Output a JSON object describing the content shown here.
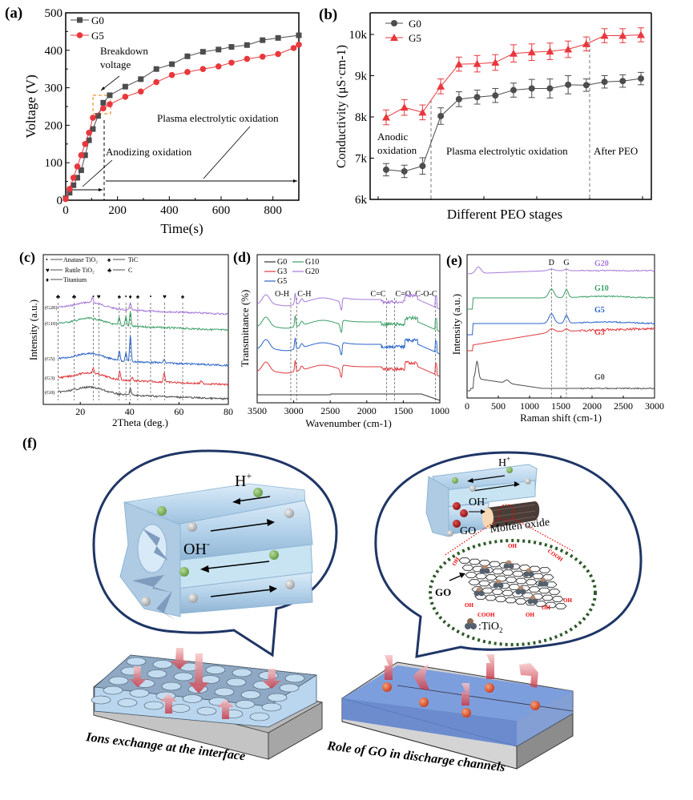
{
  "chart_data": [
    {
      "panel": "(a)",
      "type": "line",
      "xlabel": "Time(s)",
      "ylabel": "Voltage (V)",
      "xlim": [
        0,
        900
      ],
      "ylim": [
        0,
        500
      ],
      "xticks": [
        0,
        200,
        400,
        600,
        800
      ],
      "yticks": [
        0,
        100,
        200,
        300,
        400,
        500
      ],
      "series": [
        {
          "name": "G0",
          "color": "#4d4d4d",
          "marker": "square",
          "x": [
            0,
            15,
            30,
            45,
            60,
            75,
            90,
            105,
            125,
            145,
            170,
            230,
            290,
            350,
            410,
            470,
            530,
            590,
            640,
            700,
            760,
            820,
            900
          ],
          "y": [
            5,
            20,
            40,
            60,
            80,
            120,
            160,
            190,
            225,
            260,
            280,
            303,
            323,
            350,
            363,
            384,
            396,
            402,
            409,
            414,
            427,
            433,
            440
          ]
        },
        {
          "name": "G5",
          "color": "#e8383d",
          "marker": "circle",
          "x": [
            0,
            15,
            30,
            45,
            60,
            75,
            90,
            105,
            145,
            170,
            230,
            290,
            350,
            410,
            470,
            530,
            590,
            640,
            700,
            760,
            820,
            880,
            900
          ],
          "y": [
            3,
            30,
            60,
            90,
            120,
            150,
            180,
            220,
            245,
            256,
            276,
            290,
            315,
            334,
            342,
            350,
            357,
            367,
            377,
            383,
            390,
            406,
            415
          ]
        }
      ],
      "annotations": [
        "Breakdown voltage",
        "Anodizing oxidation",
        "Plasma electrolytic oxidation"
      ]
    },
    {
      "panel": "(b)",
      "type": "line",
      "xlabel": "Different PEO stages",
      "ylabel": "Conductivity (μS·cm-1)",
      "ylim": [
        6000,
        10500
      ],
      "yticks": [
        "6k",
        "7k",
        "8k",
        "9k",
        "10k"
      ],
      "ytick_values": [
        6000,
        7000,
        8000,
        9000,
        10000
      ],
      "stage": [
        1,
        2,
        3,
        4,
        5,
        6,
        7,
        8,
        9,
        10,
        11,
        12,
        13,
        14,
        15
      ],
      "series": [
        {
          "name": "G0",
          "color": "#4d4d4d",
          "marker": "circle",
          "values": [
            6720,
            6680,
            6810,
            8020,
            8430,
            8480,
            8520,
            8650,
            8690,
            8690,
            8780,
            8770,
            8850,
            8870,
            8930
          ],
          "errors": [
            150,
            150,
            200,
            200,
            180,
            170,
            170,
            170,
            220,
            230,
            220,
            150,
            150,
            150,
            150
          ]
        },
        {
          "name": "G5",
          "color": "#e8383d",
          "marker": "triangle",
          "values": [
            7990,
            8230,
            8110,
            8740,
            9280,
            9290,
            9320,
            9540,
            9570,
            9590,
            9640,
            9770,
            9970,
            9970,
            9990
          ],
          "errors": [
            180,
            190,
            180,
            180,
            170,
            200,
            190,
            210,
            200,
            200,
            200,
            170,
            170,
            170,
            170
          ]
        }
      ],
      "stage_labels": [
        "Anodic oxidation",
        "Plasma electrolytic oxidation",
        "After PEO"
      ]
    },
    {
      "panel": "(c)",
      "type": "line",
      "xlabel": "2Theta (deg.)",
      "ylabel": "Intensity (a.u.)",
      "xlim": [
        5,
        80
      ],
      "xticks": [
        20,
        40,
        60,
        80
      ],
      "legend": [
        {
          "symbol": "•",
          "label": "Anatase TiO₂"
        },
        {
          "symbol": "♠",
          "label": "TiC"
        },
        {
          "symbol": "♥",
          "label": "Rutile TiO₂"
        },
        {
          "symbol": "♣",
          "label": "C"
        },
        {
          "symbol": "♦",
          "label": "Titanium"
        }
      ],
      "series_labels": [
        "(G20)",
        "(G10)",
        "(G5)",
        "(G3)",
        "(G0)"
      ],
      "series_colors": [
        "#a779d9",
        "#3a9f64",
        "#2a63c9",
        "#e0393e",
        "#4d4d4d"
      ],
      "reference_lines": [
        11,
        17.5,
        25.3,
        27.5,
        35.8,
        38.5,
        40.3,
        43.3,
        48.5,
        54.2,
        61.5
      ],
      "peak_markers": [
        "♣",
        "♣",
        "•",
        "♥",
        "♠",
        "•",
        "♦",
        "♠",
        "•",
        "♥",
        "♠"
      ]
    },
    {
      "panel": "(d)",
      "type": "line",
      "xlabel": "Wavenumber (cm-1)",
      "ylabel": "Transmittance (%)",
      "xlim": [
        3500,
        1000
      ],
      "xticks": [
        3500,
        3000,
        2500,
        2000,
        1500,
        1000
      ],
      "legend": [
        "G0",
        "G10",
        "G3",
        "G20",
        "G5"
      ],
      "legend_colors": [
        "#333333",
        "#3a9f64",
        "#e0393e",
        "#a779d9",
        "#2a63c9"
      ],
      "bands": [
        {
          "label": "O-H",
          "x": 3040
        },
        {
          "label": "C-H",
          "x": 2960
        },
        {
          "label": "C=C",
          "x": 1730
        },
        {
          "label": "C=O",
          "x": 1620
        },
        {
          "label": "C-O-C",
          "x": 1060
        }
      ]
    },
    {
      "panel": "(e)",
      "type": "line",
      "xlabel": "Raman shift (cm-1)",
      "ylabel": "Intensity (a.u.)",
      "xlim": [
        0,
        3000
      ],
      "xticks": [
        0,
        500,
        1000,
        1500,
        2000,
        2500,
        3000
      ],
      "bands": [
        {
          "label": "D",
          "x": 1350
        },
        {
          "label": "G",
          "x": 1590
        }
      ],
      "series_labels": [
        "G20",
        "G10",
        "G5",
        "G3",
        "G0"
      ],
      "series_colors": [
        "#a779d9",
        "#3a9f64",
        "#2a63c9",
        "#e0393e",
        "#4d4d4d"
      ]
    }
  ],
  "schematic": {
    "panel": "(f)",
    "left_caption": "Ions exchange at the interface",
    "right_caption": "Role of GO in discharge channels",
    "h_plus": "H",
    "h_plus_sup": "+",
    "oh_minus": "OH",
    "oh_minus_sup": "-",
    "go_label": "GO",
    "molten_oxide": "Molten oxide",
    "go_sheet_label": "GO",
    "tio2_label": ":TiO",
    "tio2_sub": "2",
    "functional_groups": [
      "OH",
      "COOH",
      "OH",
      "OH",
      "OH",
      "COOH",
      "OH",
      "OH"
    ]
  },
  "panel_labels": [
    "(a)",
    "(b)",
    "(c)",
    "(d)",
    "(e)",
    "(f)"
  ],
  "colors": {
    "g0": "#4d4d4d",
    "g5": "#e8383d",
    "bubble": "#1f3566",
    "pore_blue": "#b9d6ee",
    "arrow_red": "#e07a7a",
    "orange_box": "#f0902c",
    "go_dots": "#2f5a2a"
  }
}
